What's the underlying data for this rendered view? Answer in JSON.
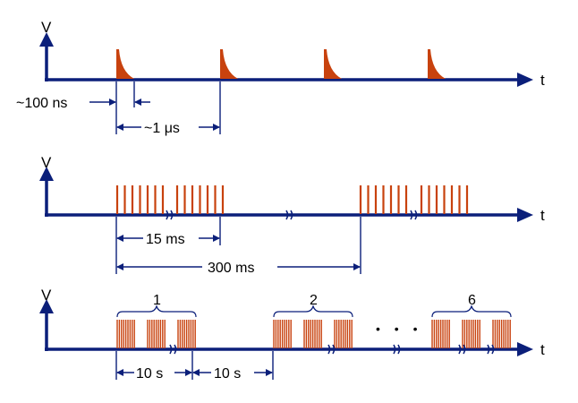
{
  "axes": {
    "voltage_label": "V",
    "time_label": "t"
  },
  "row1": {
    "dim_short": "~100 ns",
    "dim_long": "~1 μs"
  },
  "row2": {
    "dim_short": "15 ms",
    "dim_long": "300 ms"
  },
  "row3": {
    "group_labels": [
      "1",
      "2",
      "6"
    ],
    "ellipsis": "• • •",
    "dim_on": "10 s",
    "dim_off": "10 s"
  },
  "colors": {
    "axis": "#0b1f7a",
    "pulse": "#c8420e"
  }
}
